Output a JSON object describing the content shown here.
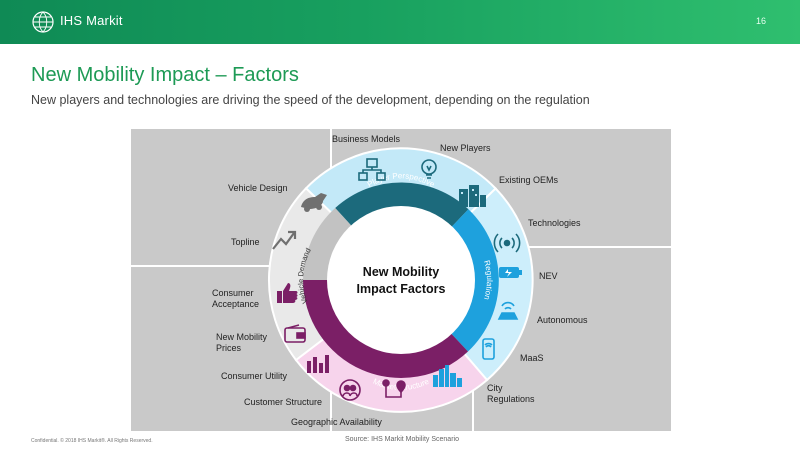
{
  "header": {
    "brand": "IHS Markit",
    "page_number": "16",
    "colors": {
      "band": "#17985c"
    }
  },
  "title": "New Mobility Impact – Factors",
  "subtitle": "New players and technologies are driving the speed of the development, depending on the regulation",
  "diagram": {
    "center_title_line1": "New Mobility",
    "center_title_line2": "Impact Factors",
    "segments": {
      "player": {
        "label": "Player Perspective",
        "color": "#1a6678",
        "light": "#bfe8f7"
      },
      "regulation": {
        "label": "Regulation",
        "color": "#20a0dc",
        "light": "#cfeefa"
      },
      "market": {
        "label": "Market Structure",
        "color": "#7a1e64",
        "light": "#f6d2ea"
      },
      "vehicle": {
        "label": "Vehicle Demand",
        "color": "#bdbdbd",
        "light": "#e8e8e8"
      }
    },
    "labels": {
      "business_models": "Business Models",
      "new_players": "New Players",
      "existing_oems": "Existing OEMs",
      "technologies": "Technologies",
      "nev": "NEV",
      "autonomous": "Autonomous",
      "maas": "MaaS",
      "city_regulations_1": "City",
      "city_regulations_2": "Regulations",
      "geographic_availability": "Geographic Availability",
      "customer_structure": "Customer Structure",
      "consumer_utility": "Consumer Utility",
      "new_mobility_prices_1": "New Mobility",
      "new_mobility_prices_2": "Prices",
      "consumer_acceptance_1": "Consumer",
      "consumer_acceptance_2": "Acceptance",
      "topline": "Topline",
      "vehicle_design": "Vehicle Design"
    }
  },
  "footer": {
    "confidential": "Confidential. © 2018 IHS Markit®. All Rights Reserved.",
    "source": "Source: IHS Markit Mobility Scenario"
  }
}
